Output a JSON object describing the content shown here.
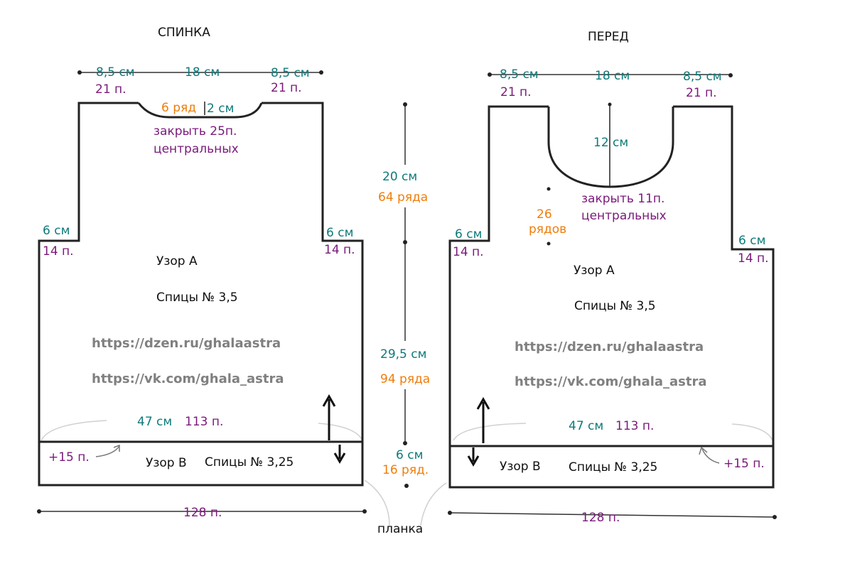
{
  "back": {
    "title": "СПИНКА",
    "shoulder_left_cm": "8,5 см",
    "neck_cm": "18 см",
    "shoulder_right_cm": "8,5 см",
    "shoulder_left_st": "21 п.",
    "shoulder_right_st": "21 п.",
    "neck_rows": "6 ряд",
    "neck_depth": "2 см",
    "neck_bind_off_1": "закрыть 25п.",
    "neck_bind_off_2": "центральных",
    "armhole_left_cm": "6 см",
    "armhole_left_st": "14 п.",
    "armhole_right_cm": "6 см",
    "armhole_right_st": "14 п.",
    "pattern_a": "Узор А",
    "needles_a": "Спицы № 3,5",
    "width_cm": "47 см",
    "width_st": "113 п.",
    "increase": "+15 п.",
    "pattern_b": "Узор В",
    "needles_b": "Спицы № 3,25",
    "bottom_st": "128 п."
  },
  "front": {
    "title": "ПЕРЕД",
    "shoulder_left_cm": "8,5 см",
    "neck_cm": "18 см",
    "shoulder_right_cm": "8,5 см",
    "shoulder_left_st": "21 п.",
    "shoulder_right_st": "21 п.",
    "neck_depth": "12 см",
    "neck_bind_off_1": "закрыть 11п.",
    "neck_bind_off_2": "центральных",
    "neck_rows_1": "26",
    "neck_rows_2": "рядов",
    "armhole_left_cm": "6 см",
    "armhole_left_st": "14 п.",
    "armhole_right_cm": "6 см",
    "armhole_right_st": "14 п.",
    "pattern_a": "Узор А",
    "needles_a": "Спицы № 3,5",
    "width_cm": "47 см",
    "width_st": "113 п.",
    "increase": "+15 п.",
    "pattern_b": "Узор В",
    "needles_b": "Спицы № 3,25",
    "bottom_st": "128 п."
  },
  "center": {
    "armhole_cm": "20 см",
    "armhole_rows": "64 ряда",
    "body_cm": "29,5 см",
    "body_rows": "94 ряда",
    "band_cm": "6 см",
    "band_rows": "16 ряд.",
    "band_label": "планка"
  },
  "watermarks": {
    "dzen": "https://dzen.ru/ghalaastra",
    "vk": "https://vk.com/ghala_astra"
  },
  "colors": {
    "cm": "#0e7a7a",
    "stitches": "#7a1a7a",
    "rows": "#f07d0a",
    "outline": "#222222"
  }
}
